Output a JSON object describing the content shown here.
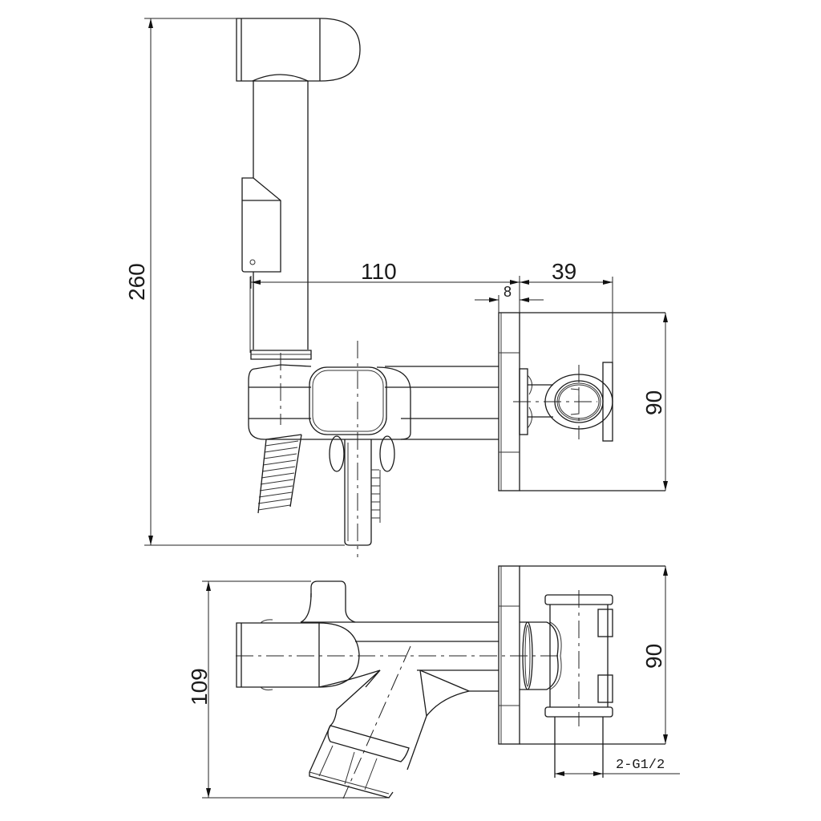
{
  "drawing": {
    "type": "technical-drawing",
    "subject": "bidet shower hand spray with wall valve",
    "line_color": "#1a1a1a",
    "background": "#ffffff"
  },
  "dimensions": {
    "total_height": "260",
    "spout_projection": "110",
    "wall_plate_depth": "39",
    "plate_thickness": "8",
    "plate_height_side": "90",
    "plate_height_top": "90",
    "body_depth_top_view": "109",
    "inlet_thread": "2-G1/2"
  },
  "views": [
    {
      "name": "front-view",
      "label": ""
    },
    {
      "name": "side-view",
      "label": ""
    },
    {
      "name": "top-view",
      "label": ""
    },
    {
      "name": "top-side-view",
      "label": ""
    }
  ]
}
